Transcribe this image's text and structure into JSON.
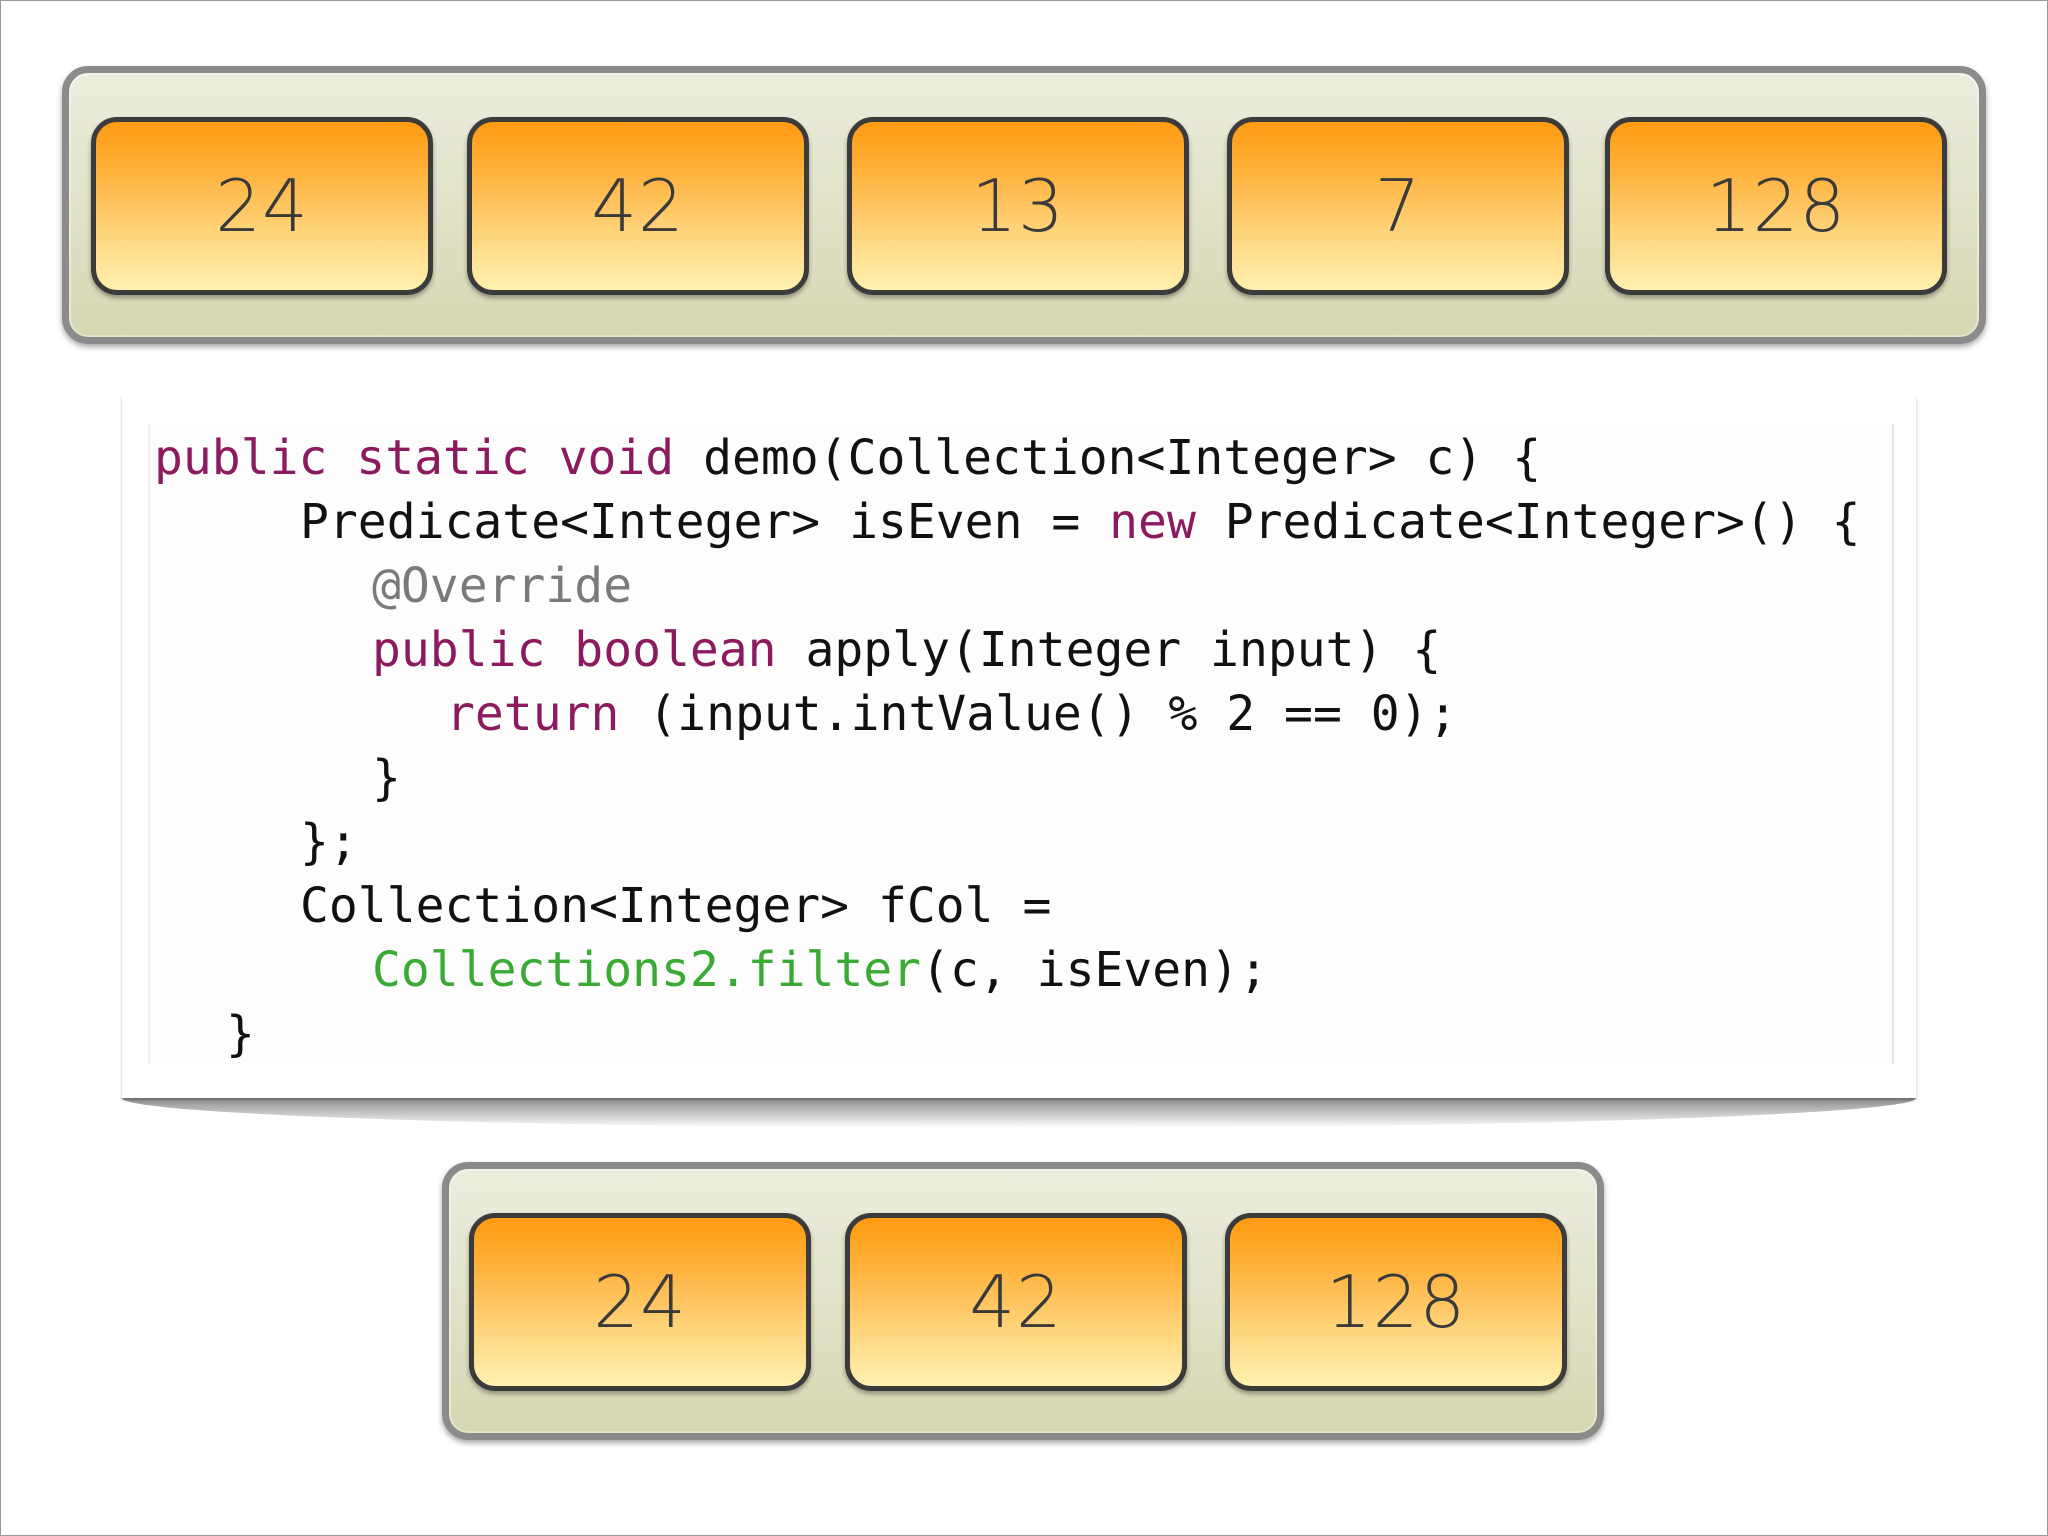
{
  "input_collection": {
    "values": [
      "24",
      "42",
      "13",
      "7",
      "128"
    ]
  },
  "output_collection": {
    "values": [
      "24",
      "42",
      "128"
    ]
  },
  "code": {
    "lines": [
      {
        "indent": 0,
        "tokens": [
          {
            "t": "public static void",
            "c": "kw"
          },
          {
            "t": " demo(Collection<Integer> c) {",
            "c": "plain"
          }
        ]
      },
      {
        "indent": 1,
        "tokens": [
          {
            "t": "Predicate<Integer> isEven = ",
            "c": "plain"
          },
          {
            "t": "new",
            "c": "kw"
          },
          {
            "t": " Predicate<Integer>() {",
            "c": "plain"
          }
        ]
      },
      {
        "indent": 2,
        "tokens": [
          {
            "t": "@Override",
            "c": "ann"
          }
        ]
      },
      {
        "indent": 2,
        "tokens": [
          {
            "t": "public boolean",
            "c": "kw"
          },
          {
            "t": " apply(Integer input) {",
            "c": "plain"
          }
        ]
      },
      {
        "indent": 3,
        "tokens": [
          {
            "t": "return",
            "c": "kw"
          },
          {
            "t": " (input.intValue() % 2 == 0);",
            "c": "plain"
          }
        ]
      },
      {
        "indent": 2,
        "tokens": [
          {
            "t": "}",
            "c": "plain"
          }
        ]
      },
      {
        "indent": 1,
        "tokens": [
          {
            "t": "};",
            "c": "plain"
          }
        ]
      },
      {
        "indent": 1,
        "tokens": [
          {
            "t": "Collection<Integer> fCol =",
            "c": "plain"
          }
        ]
      },
      {
        "indent": 2,
        "tokens": [
          {
            "t": "Collections2.filter",
            "c": "lib"
          },
          {
            "t": "(c, isEven);",
            "c": "plain"
          }
        ]
      },
      {
        "indent": 0,
        "tokens": [
          {
            "t": "}",
            "c": "plain"
          }
        ]
      }
    ]
  },
  "colors": {
    "keyword": "#8b1a5f",
    "annotation": "#7a7a7a",
    "library_call": "#3aaa35",
    "cell_top": "#ff9a10",
    "cell_bottom": "#fff1b0",
    "tray": "#dfe0c4"
  }
}
